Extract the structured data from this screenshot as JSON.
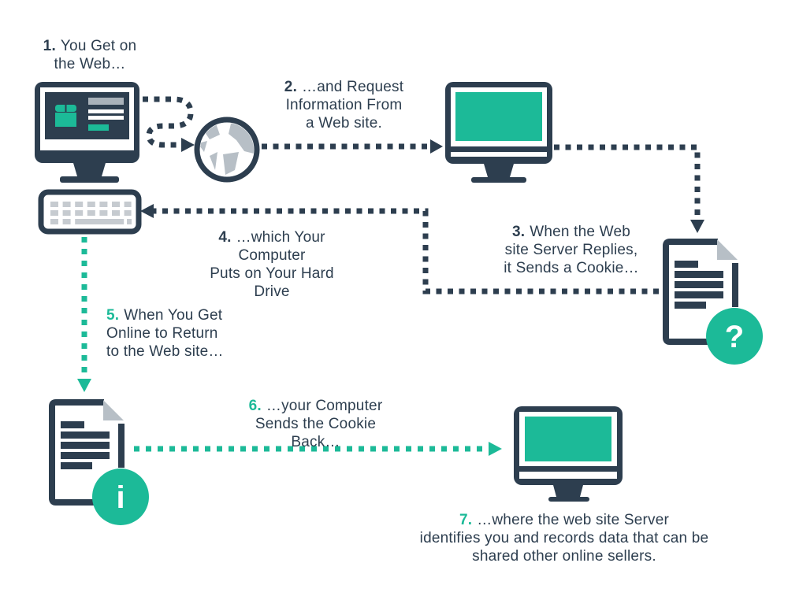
{
  "palette": {
    "navy": "#2d3e4f",
    "teal": "#1cba98",
    "gray": "#b7bfc6",
    "key_gray": "#c6cbd0",
    "bar_gray": "#a9b2ba",
    "background": "#ffffff"
  },
  "steps": [
    {
      "number": "1.",
      "number_color": "navy",
      "lines": [
        "You Get on",
        "the Web…"
      ]
    },
    {
      "number": "2.",
      "number_color": "navy",
      "lines": [
        "…and Request",
        "Information From",
        "a Web site."
      ]
    },
    {
      "number": "3.",
      "number_color": "navy",
      "lines": [
        "When the Web",
        "site Server Replies,",
        "it Sends a Cookie…"
      ]
    },
    {
      "number": "4.",
      "number_color": "navy",
      "lines": [
        "…which Your Computer",
        "Puts on Your Hard Drive"
      ]
    },
    {
      "number": "5.",
      "number_color": "teal",
      "lines": [
        "When You Get",
        "Online to Return",
        "to the Web site…"
      ]
    },
    {
      "number": "6.",
      "number_color": "teal",
      "lines": [
        "…your Computer",
        "Sends the Cookie Back…"
      ]
    },
    {
      "number": "7.",
      "number_color": "teal",
      "lines": [
        "…where the web site Server",
        "identifies you and records data that can be",
        "shared other online sellers."
      ]
    }
  ],
  "badges": {
    "question_mark": "?",
    "info": "i"
  },
  "icons": [
    "user-computer-icon",
    "keyboard-icon",
    "globe-icon",
    "website-monitor-icon",
    "cookie-document-question-icon",
    "cookie-document-info-icon",
    "server-monitor-icon"
  ]
}
